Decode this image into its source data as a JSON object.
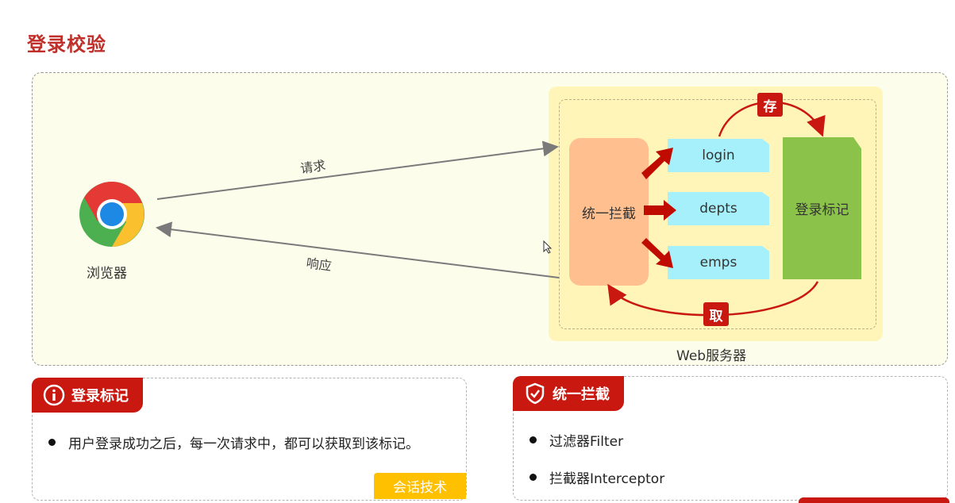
{
  "title": "登录校验",
  "diagram": {
    "browser_label": "浏览器",
    "request_label": "请求",
    "response_label": "响应",
    "server_label": "Web服务器",
    "interceptor_label": "统一拦截",
    "endpoints": [
      "login",
      "depts",
      "emps"
    ],
    "mark_label": "登录标记",
    "store_tag": "存",
    "fetch_tag": "取"
  },
  "cards": {
    "login_mark": {
      "title": "登录标记",
      "icon": "info-icon",
      "bullets": [
        "用户登录成功之后，每一次请求中，都可以获取到该标记。"
      ],
      "tag": "会话技术"
    },
    "interception": {
      "title": "统一拦截",
      "icon": "shield-check-icon",
      "bullets": [
        "过滤器Filter",
        "拦截器Interceptor"
      ]
    }
  },
  "colors": {
    "title": "#c0302a",
    "accent_red": "#c9180f",
    "interceptor": "#ffbf8f",
    "endpoint": "#a6f0fb",
    "mark": "#8bc34a",
    "server_bg": "#fff5b8",
    "session_tag": "#ffc000"
  }
}
